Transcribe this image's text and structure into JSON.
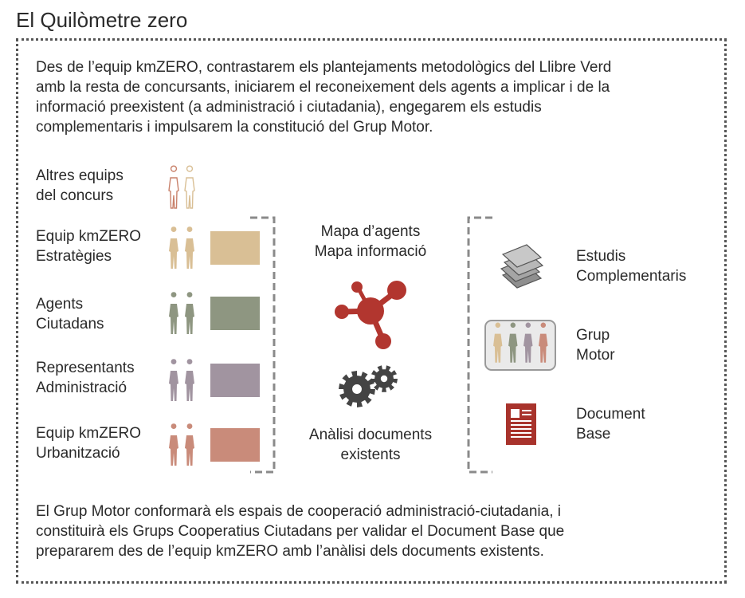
{
  "title": "El Quilòmetre zero",
  "intro": [
    "Des de l’equip kmZERO, contrastarem els plantejaments metodològics del Llibre Verd",
    "amb la resta de concursants, iniciarem el reconeixement dels agents a implicar i de la",
    "informació preexistent (a administració i ciutadania), engegarem els estudis",
    "complementaris i impulsarem la constitució del Grup Motor."
  ],
  "groups": [
    {
      "line1": "Altres equips",
      "line2": "del concurs",
      "color": "#c9826c",
      "style": "outline",
      "swatch": null
    },
    {
      "line1": "Equip kmZERO",
      "line2": "Estratègies",
      "color": "#d9bf95",
      "style": "solid",
      "swatch": "#d9bf95"
    },
    {
      "line1": "Agents",
      "line2": "Ciutadans",
      "color": "#8e9681",
      "style": "solid",
      "swatch": "#8e9681"
    },
    {
      "line1": "Representants",
      "line2": "Administració",
      "color": "#a194a0",
      "style": "solid",
      "swatch": "#a194a0"
    },
    {
      "line1": "Equip kmZERO",
      "line2": "Urbanització",
      "color": "#c98b7a",
      "style": "solid",
      "swatch": "#c98b7a"
    }
  ],
  "middle": {
    "top_line1": "Mapa d’agents",
    "top_line2": "Mapa informació",
    "bottom_line1": "Anàlisi documents",
    "bottom_line2": "existents",
    "network_color": "#b2362f",
    "gear_color": "#444444"
  },
  "outputs": [
    {
      "line1": "Estudis",
      "line2": "Complementaris",
      "icon": "stacked-documents-icon"
    },
    {
      "line1": "Grup",
      "line2": "Motor",
      "icon": "group-people-icon"
    },
    {
      "line1": "Document",
      "line2": "Base",
      "icon": "document-icon"
    }
  ],
  "outro": [
    "El Grup Motor conformarà els espais de cooperació administració-ciutadania, i",
    "constituirà els Grups Cooperatius Ciutadans per validar el Document Base que",
    "prepararem des de l’equip kmZERO amb l’anàlisi dels documents existents."
  ],
  "colors": {
    "bracket": "#8a8a8a",
    "doc_red": "#a8332c",
    "stack_gray": "#9e9e9e"
  }
}
